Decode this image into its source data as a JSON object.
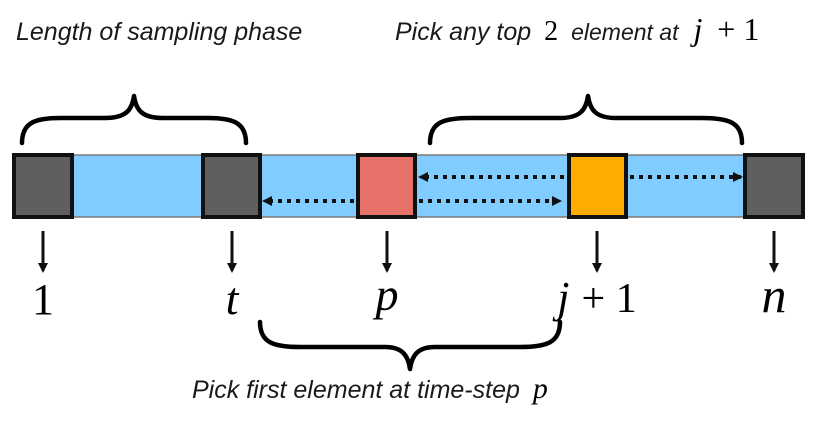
{
  "captions": {
    "top_left": "Length of sampling phase",
    "top_right_prefix": "Pick any top",
    "top_right_num": "2",
    "top_right_mid": "element at",
    "top_right_var": "j",
    "top_right_suffix": "+ 1",
    "bottom_prefix": "Pick first element at time-step",
    "bottom_var": "p"
  },
  "labels": {
    "one": "1",
    "t": "t",
    "p": "p",
    "j": "j",
    "jplus": "+ 1",
    "n": "n"
  },
  "colors": {
    "bar": "#80ccff",
    "gray_box": "#5f5f5f",
    "p_box": "#e6726a",
    "j_box": "#ffab00",
    "outline": "#111111"
  },
  "icons": {
    "down_arrow": "down-arrow-icon",
    "dotted_arrow": "dotted-arrow-icon",
    "brace": "curly-brace-icon"
  }
}
